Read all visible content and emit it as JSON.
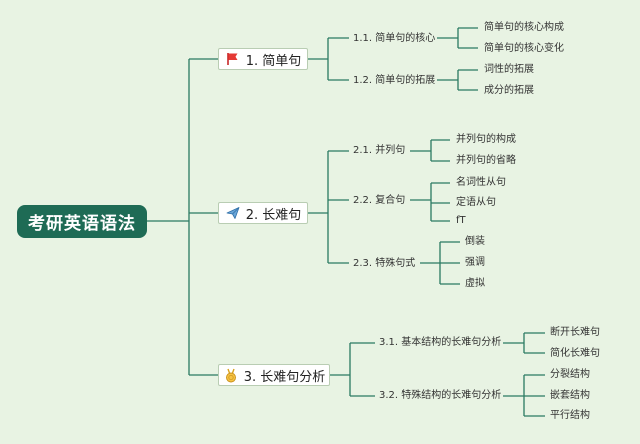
{
  "root": {
    "label": "考研英语语法"
  },
  "sections": [
    {
      "label": "1. 简单句",
      "icon": "red-flag-icon",
      "subs": [
        {
          "label": "1.1. 简单句的核心",
          "leaves": [
            "简单句的核心构成",
            "简单句的核心变化"
          ]
        },
        {
          "label": "1.2. 简单句的拓展",
          "leaves": [
            "词性的拓展",
            "成分的拓展"
          ]
        }
      ]
    },
    {
      "label": "2. 长难句",
      "icon": "paper-plane-icon",
      "subs": [
        {
          "label": "2.1. 并列句",
          "leaves": [
            "并列句的构成",
            "并列句的省略"
          ]
        },
        {
          "label": "2.2. 复合句",
          "leaves": [
            "名词性从句",
            "定语从句",
            "fT"
          ]
        },
        {
          "label": "2.3. 特殊句式",
          "leaves": [
            "倒装",
            "强调",
            "虚拟"
          ]
        }
      ]
    },
    {
      "label": "3. 长难句分析",
      "icon": "medal-icon",
      "subs": [
        {
          "label": "3.1. 基本结构的长难句分析",
          "leaves": [
            "断开长难句",
            "简化长难句"
          ]
        },
        {
          "label": "3.2. 特殊结构的长难句分析",
          "leaves": [
            "分裂结构",
            "嵌套结构",
            "平行结构"
          ]
        }
      ]
    }
  ],
  "colors": {
    "line": "#1e6b55",
    "root_bg": "#1e6b55",
    "background": "#e8f3e3"
  }
}
